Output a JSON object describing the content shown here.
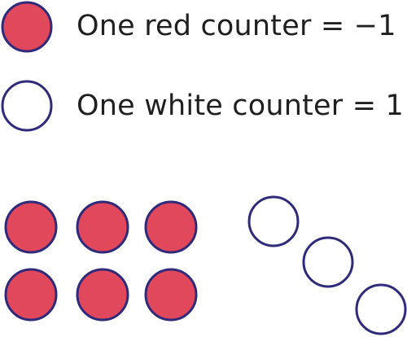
{
  "legend": {
    "red": {
      "label": "One red counter = −1",
      "color": "#e1485b"
    },
    "white": {
      "label": "One white counter = 1",
      "color": "#ffffff"
    }
  },
  "stroke_color": "#2f2a7a",
  "counters": {
    "red_count": 6,
    "white_count": 3
  }
}
